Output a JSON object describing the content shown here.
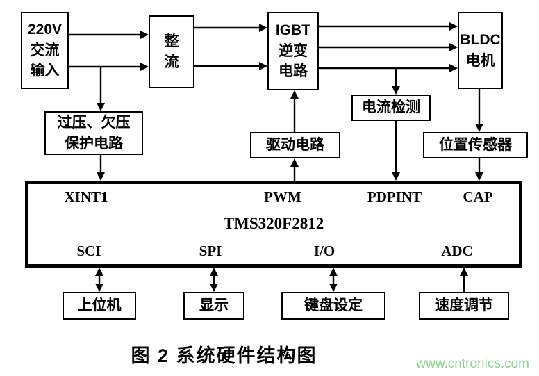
{
  "caption": "图 2  系统硬件结构图",
  "watermark": "www.cntronics.com",
  "blocks": {
    "ac_input": "220V\n交流\n输入",
    "rectifier": "整\n流",
    "inverter": "IGBT\n逆变\n电路",
    "motor": "BLDC\n电机",
    "protection": "过压、欠压\n保护电路",
    "current_detect": "电流检测",
    "driver": "驱动电路",
    "position_sensor": "位置传感器",
    "host_pc": "上位机",
    "display": "显示",
    "keypad": "键盘设定",
    "speed_adjust": "速度调节"
  },
  "dsp": {
    "name": "TMS320F2812",
    "top_pins": [
      "XINT1",
      "PWM",
      "PDPINT",
      "CAP"
    ],
    "bottom_pins": [
      "SCI",
      "SPI",
      "I/O",
      "ADC"
    ]
  },
  "colors": {
    "line": "#000000",
    "box_border": "#000000",
    "watermark": "#8ed08e",
    "background": "#ffffff"
  }
}
